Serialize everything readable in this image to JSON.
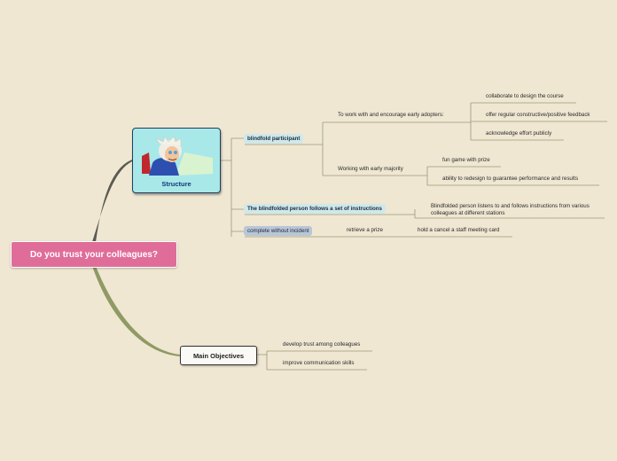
{
  "root": {
    "label": "Do you trust your colleagues?"
  },
  "structure": {
    "label": "Structure",
    "children": {
      "blindfold": {
        "label": "blindfold participant",
        "early_adopters": {
          "label": "To work with and encourage early adopters:",
          "items": [
            "collaborate to design the course",
            "offer regular constructive/positive feedback",
            "acknowledge effort publicly"
          ]
        },
        "early_majority": {
          "label": "Working with early majority",
          "items": [
            "fun game with prize",
            "ability to redesign to guarantee performance and results"
          ]
        }
      },
      "instructions": {
        "label": "The blindfolded person follows a set of instructions",
        "detail": "Blindfolded person listens to and follows instructions from various colleagues at different stations"
      },
      "complete": {
        "label": "complete without incident",
        "prize": "retrieve a prize",
        "card": "hold a cancel a staff meeting card"
      }
    }
  },
  "objectives": {
    "label": "Main Objectives",
    "items": [
      "develop trust among colleagues",
      "improve communication skills"
    ]
  },
  "colors": {
    "background": "#efe7d2",
    "root_fill": "#e06d99",
    "structure_fill": "#a9e8e8",
    "branch_line": "#9a9a7a",
    "structure_branch": "#5a5a50",
    "objectives_branch": "#8f9a64"
  }
}
